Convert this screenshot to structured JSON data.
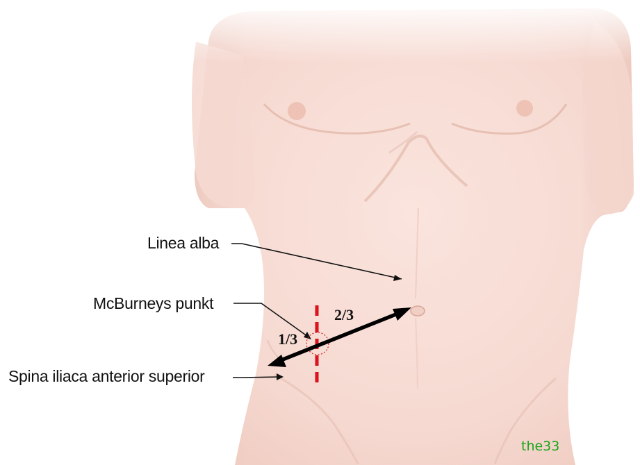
{
  "labels": {
    "linea_alba": "Linea alba",
    "mcburney": "McBurneys punkt",
    "spina": "Spina iliaca anterior superior"
  },
  "fractions": {
    "one_third": "1/3",
    "two_thirds": "2/3"
  },
  "watermark": "the33",
  "colors": {
    "skin_light": "#fdf0ec",
    "skin": "#f7ddd6",
    "skin_shadow": "#e9c3b7",
    "dashed_line": "#d9141c",
    "arrow": "#000000",
    "watermark": "#1aa51a"
  }
}
